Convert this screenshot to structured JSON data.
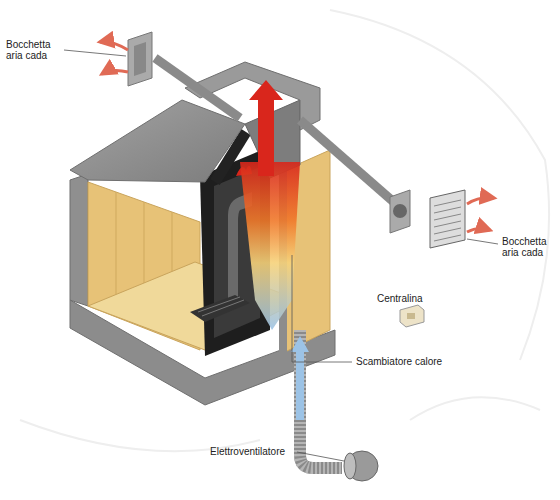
{
  "diagram": {
    "labels": [
      "Bocchetta aria cada",
      "Bocchetta aria cada",
      "Centralina",
      "Scambiatore calore",
      "Elettroventilatore"
    ]
  }
}
